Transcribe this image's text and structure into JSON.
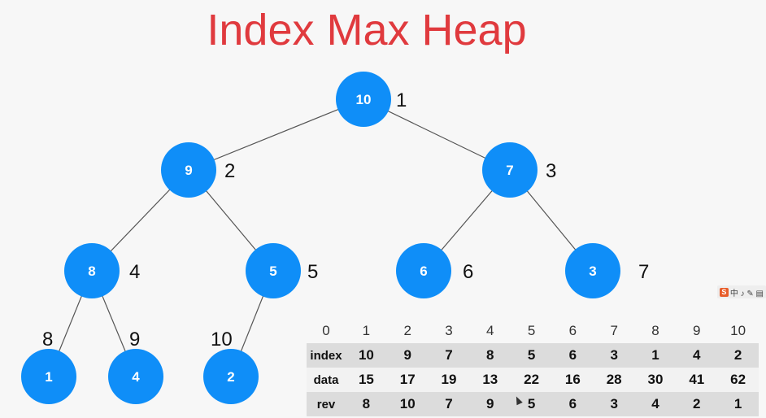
{
  "title": "Index Max Heap",
  "colors": {
    "node": "#0f8ef8",
    "title": "#e03a3e",
    "edge": "#555555"
  },
  "tree": {
    "nodes": [
      {
        "pos": 1,
        "value": "10",
        "label": "1"
      },
      {
        "pos": 2,
        "value": "9",
        "label": "2"
      },
      {
        "pos": 3,
        "value": "7",
        "label": "3"
      },
      {
        "pos": 4,
        "value": "8",
        "label": "4"
      },
      {
        "pos": 5,
        "value": "5",
        "label": "5"
      },
      {
        "pos": 6,
        "value": "6",
        "label": "6"
      },
      {
        "pos": 7,
        "value": "3",
        "label": "7"
      },
      {
        "pos": 8,
        "value": "1",
        "label": "8"
      },
      {
        "pos": 9,
        "value": "4",
        "label": "9"
      },
      {
        "pos": 10,
        "value": "2",
        "label": "10"
      }
    ]
  },
  "table": {
    "header": [
      "0",
      "1",
      "2",
      "3",
      "4",
      "5",
      "6",
      "7",
      "8",
      "9",
      "10"
    ],
    "rows": [
      {
        "label": "index",
        "values": [
          "10",
          "9",
          "7",
          "8",
          "5",
          "6",
          "3",
          "1",
          "4",
          "2"
        ]
      },
      {
        "label": "data",
        "values": [
          "15",
          "17",
          "19",
          "13",
          "22",
          "16",
          "28",
          "30",
          "41",
          "62"
        ]
      },
      {
        "label": "rev",
        "values": [
          "8",
          "10",
          "7",
          "9",
          "5",
          "6",
          "3",
          "4",
          "2",
          "1"
        ]
      }
    ]
  },
  "ime": {
    "logo": "S",
    "text": "中 ♪ ✎ ▤"
  }
}
